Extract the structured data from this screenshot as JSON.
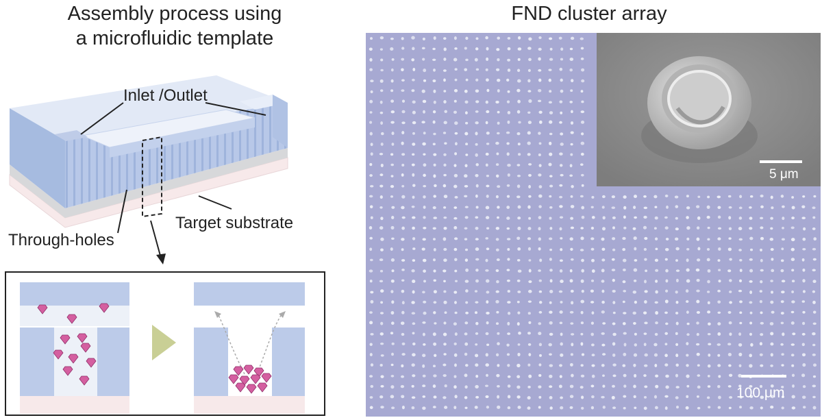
{
  "left": {
    "title_line1": "Assembly process using",
    "title_line2": "a microfluidic template",
    "labels": {
      "inlet_outlet": "Inlet /Outlet",
      "through_holes": "Through-holes",
      "target_substrate": "Target substrate"
    }
  },
  "right": {
    "title": "FND cluster array",
    "inset_scale": "5 μm",
    "main_scale": "100 μm"
  },
  "colors": {
    "template_blue": "#bccbe9",
    "substrate_pink": "#f7e9ea",
    "diamond_pink": "#d45fa0",
    "arrow_olive": "#c9cf95",
    "micrograph_bg": "#a7a9d2",
    "dot_white": "#eceef6"
  }
}
